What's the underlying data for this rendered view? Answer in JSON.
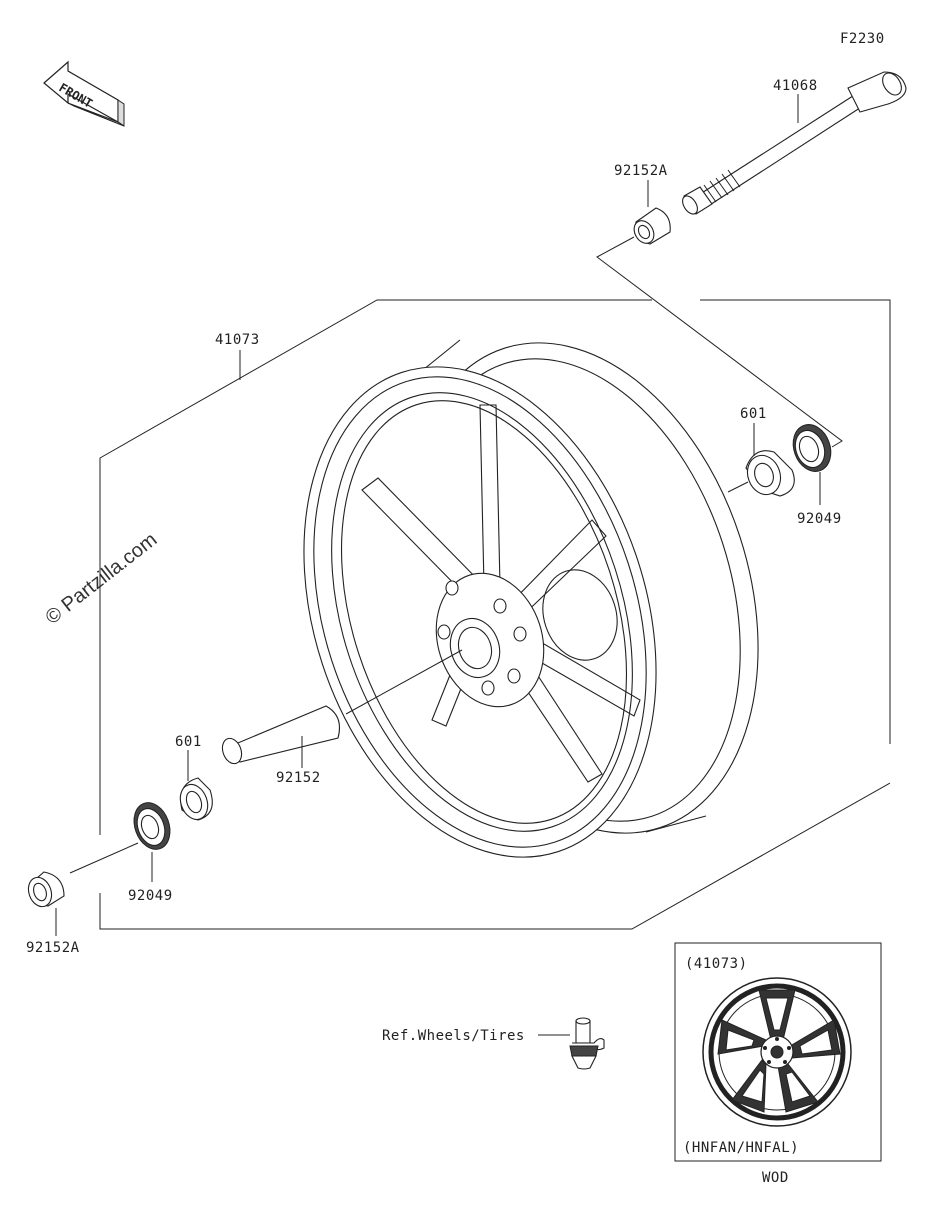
{
  "diagram": {
    "code": "F2230",
    "front_label": "FRONT",
    "watermark": "© Partzilla.com",
    "parts": [
      {
        "id": "axle",
        "label": "41068"
      },
      {
        "id": "collar-top",
        "label": "92152A"
      },
      {
        "id": "wheel",
        "label": "41073"
      },
      {
        "id": "bearing-right",
        "label": "601"
      },
      {
        "id": "seal-right",
        "label": "92049"
      },
      {
        "id": "bearing-left",
        "label": "601"
      },
      {
        "id": "spacer",
        "label": "92152"
      },
      {
        "id": "seal-left",
        "label": "92049"
      },
      {
        "id": "collar-bottom",
        "label": "92152A"
      },
      {
        "id": "valve",
        "label": "Ref.Wheels/Tires"
      }
    ],
    "inset": {
      "top_label": "(41073)",
      "bottom_label": "(HNFAN/HNFAL)",
      "footer": "WOD"
    }
  }
}
